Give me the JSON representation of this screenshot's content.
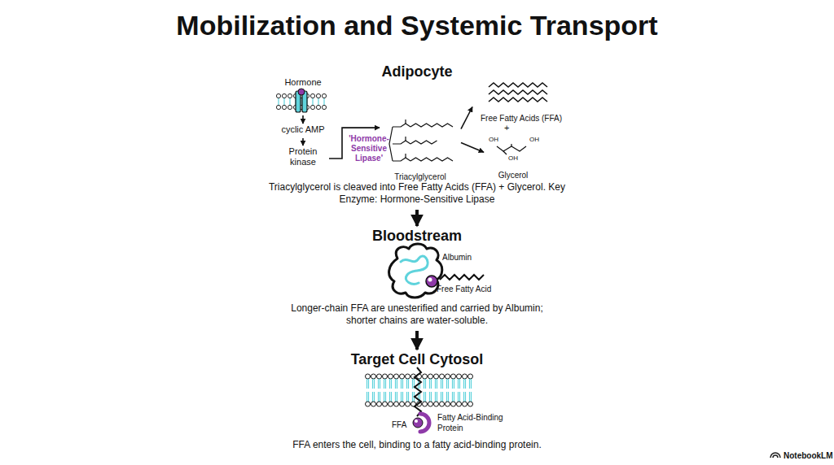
{
  "diagram": {
    "title": "Mobilization and Systemic Transport",
    "nodes": [
      {
        "text": [
          "Adipocyte",
          "Triacylglycerol is cleaved into Free Fatty Acids (FFA) + Glycerol. Key Enzyme: Hormone-Sensitive Lipase"
        ]
      },
      {
        "text": [
          "Hormone"
        ],
        "in": 0
      },
      {
        "text": [
          "cyclic AMP"
        ],
        "in": 0
      },
      {
        "text": [
          "Protein kinase"
        ],
        "in": 0
      },
      {
        "text": [
          "Triacylglycerol"
        ],
        "in": 0
      },
      {
        "text": [
          "Free Fatty Acids (FFA)"
        ],
        "in": 0
      },
      {
        "text": [
          "Glycerol"
        ],
        "in": 0
      },
      {
        "text": [
          "Bloodstream",
          "Longer-chain FFA are unesterified and carried by Albumin; shorter chains are water-soluble."
        ]
      },
      {
        "text": [
          "Target Cell Cytosol",
          "FFA enters the cell, binding to a fatty acid-binding protein."
        ]
      }
    ],
    "edges": [
      {
        "from": 1,
        "to": 2,
        "arrow": "to"
      },
      {
        "from": 2,
        "to": 3,
        "arrow": "to"
      },
      {
        "from": 3,
        "to": 4,
        "label": "'Hormone-Sensitive Lipase'",
        "arrow": "to"
      },
      {
        "from": 4,
        "to": 5,
        "arrow": "to"
      },
      {
        "from": 4,
        "to": 6,
        "arrow": "to"
      },
      {
        "from": 0,
        "to": 7,
        "arrow": "to"
      },
      {
        "from": 7,
        "to": 8,
        "arrow": "to"
      }
    ],
    "labels": [
      "+",
      "OH",
      "OH",
      "OH",
      "Albumin",
      "Free Fatty Acid",
      "FFA",
      "Fatty Acid-Binding Protein",
      "NotebookLM"
    ]
  }
}
